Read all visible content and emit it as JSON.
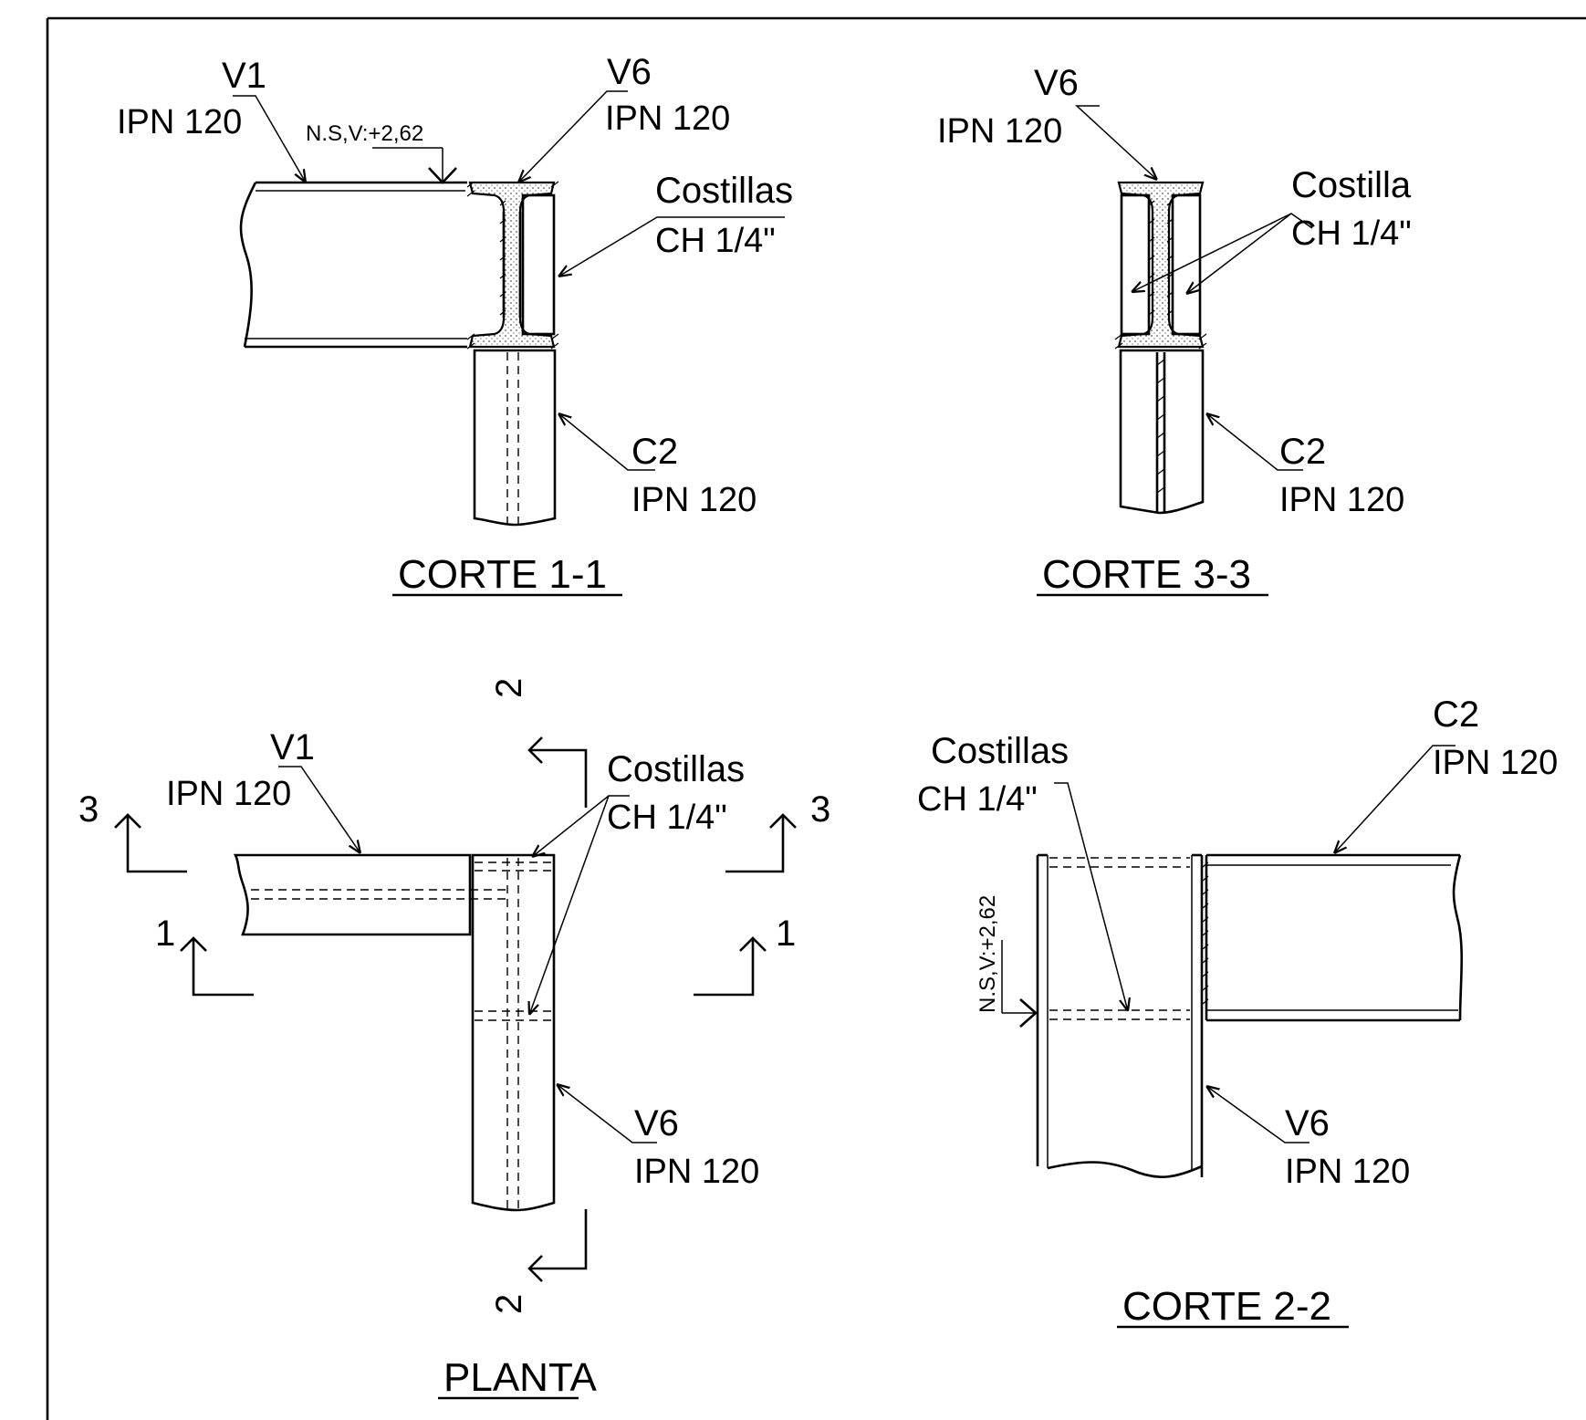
{
  "views": {
    "corte_1_1": {
      "title": "CORTE 1-1",
      "v1_name": "V1",
      "v1_profile": "IPN 120",
      "level": "N.S,V:+2,62",
      "v6_name": "V6",
      "v6_profile": "IPN 120",
      "rib_name": "Costillas",
      "rib_size": "CH 1/4\"",
      "c2_name": "C2",
      "c2_profile": "IPN 120"
    },
    "corte_3_3": {
      "title": "CORTE 3-3",
      "v6_name": "V6",
      "v6_profile": "IPN 120",
      "rib_name": "Costilla",
      "rib_size": "CH 1/4\"",
      "c2_name": "C2",
      "c2_profile": "IPN 120"
    },
    "planta": {
      "title": "PLANTA",
      "v1_name": "V1",
      "v1_profile": "IPN 120",
      "rib_name": "Costillas",
      "rib_size": "CH 1/4\"",
      "v6_name": "V6",
      "v6_profile": "IPN 120",
      "cut_2": "2",
      "cut_3": "3",
      "cut_1": "1"
    },
    "corte_2_2": {
      "title": "CORTE 2-2",
      "rib_name": "Costillas",
      "rib_size": "CH 1/4\"",
      "c2_name": "C2",
      "c2_profile": "IPN 120",
      "level": "N.S,V:+2,62",
      "v6_name": "V6",
      "v6_profile": "IPN 120"
    }
  }
}
